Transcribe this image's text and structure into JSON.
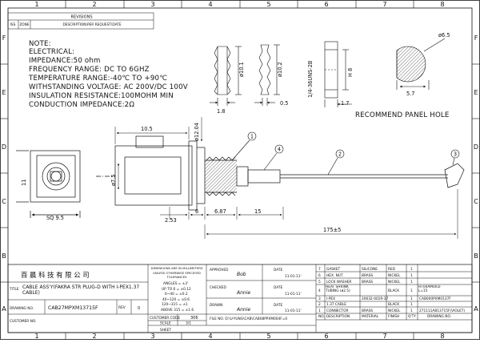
{
  "border": {
    "top_cols": [
      "1",
      "2",
      "3",
      "4",
      "5",
      "6",
      "7",
      "8"
    ],
    "rows": [
      "F",
      "E",
      "D",
      "C",
      "B",
      "A"
    ]
  },
  "revisions": {
    "title": "REVISIONS",
    "headers": [
      "ISS",
      "ZONE",
      "DESCRIPTION\\PER REQUEST\\DATE"
    ]
  },
  "notes": {
    "heading": "NOTE:",
    "lines": [
      "ELECTRICAL:",
      "IMPEDANCE:50 ohm",
      "FREQUENCY RANGE: DC TO 6GHZ",
      "TEMPERATURE RANGE:-40℃ TO +90℃",
      "WITHSTANDING VOLTAGE: AC 200V/DC 100V",
      "INSULATION RESISTANCE:100MOHM MIN",
      "CONDUCTION IMPEDANCE:2Ω"
    ]
  },
  "detail_dims": {
    "d1_dia": "ø10.1",
    "d1_len": "1.8",
    "d2_dia": "ø10.2",
    "d2_len": "0.5",
    "thread": "1/4-36UNS-2B",
    "nut_h": "H 8",
    "nut_len": "1.7",
    "hole_dia": "ø6.5",
    "hole_flat": "5.7"
  },
  "panel_hole_label": "RECOMMEND PANEL HOLE",
  "main_dims": {
    "d_12_04": "ø12.04",
    "d_10_5": "10.5",
    "d_11": "11",
    "d_7_5": "ø7.5",
    "sq": "SQ 9.5",
    "d_2_53": "2.53",
    "d_6": "6",
    "d_6_87": "6.87",
    "d_15": "15",
    "d_175": "175±5"
  },
  "balloons": [
    "1",
    "4",
    "2",
    "3"
  ],
  "bom": {
    "rows": [
      [
        "7",
        "GASKET",
        "SILICONE",
        "RED",
        "1",
        ""
      ],
      [
        "6",
        "HEX. NUT",
        "BRASS",
        "NICKEL",
        "1",
        ""
      ],
      [
        "5",
        "LOCK WASHER",
        "BRASS",
        "NICKEL",
        "1",
        ""
      ],
      [
        "4",
        "HEAT SHRINK TUBING (ø2.5)",
        "",
        "BLACK",
        "1",
        "HT00AM001F L=15"
      ],
      [
        "3",
        "I-PEX",
        "20632-001R-37",
        "",
        "1",
        "CAB000PXM0137F"
      ],
      [
        "2",
        "1.37 CABLE",
        "",
        "BLACK",
        "1",
        ""
      ],
      [
        "1",
        "CONNECTOR",
        "BRASS",
        "NICKEL",
        "1",
        "271111AB13715F(VIOLET)"
      ]
    ],
    "headers": [
      "NO.",
      "DESCRIPTION",
      "MATERIAL",
      "FINISH",
      "Q'TY",
      "DRAWING NO."
    ]
  },
  "title_block": {
    "company": "百 晨 科 技 有 限 公 司",
    "title_label": "TITLE",
    "title_text": "CABLE ASS'Y(FAKRA STR PLUG-D WITH I-PEX1.37 CABLE)",
    "drawing_no_label": "DRAWING NO.",
    "drawing_no": "CAB27MPXM13715F",
    "rev_label": "REV",
    "rev": "0",
    "customer_no_label": "CUSTOMER NO.",
    "tol_header": "DIMENSIONS ARE IN MILLIMETERS",
    "tol_sub": "UNLESS OTHERWISE SPECIFIED",
    "tol_label": "TOLERANCES",
    "tolerances": [
      "ANGLES = ±3'",
      "UP TO 6 = ±0.12",
      "6~40 = ±0.2",
      "40~120 = ±0.6",
      "120~315 = ±1",
      "ABOVE 315 = ±1.6"
    ],
    "customer_code_label": "CUSTOMER CODE",
    "customer_code": "306",
    "scale_label": "SCALE",
    "scale": "3/1",
    "sheet_label": "SHEET",
    "approved_label": "APPROVED",
    "checked_label": "CHECKED",
    "drawn_label": "DRAWN",
    "approved_sig": "Bob",
    "checked_sig": "Annie",
    "drawn_sig": "Annie",
    "date_label": "DATE",
    "date1": "11-01-11'",
    "date2": "11-01-11'",
    "date3": "11-01-11'",
    "file_no": "FILE NO. D:\\U-YUNG\\CAB\\CAB08PPXM004F=0"
  }
}
